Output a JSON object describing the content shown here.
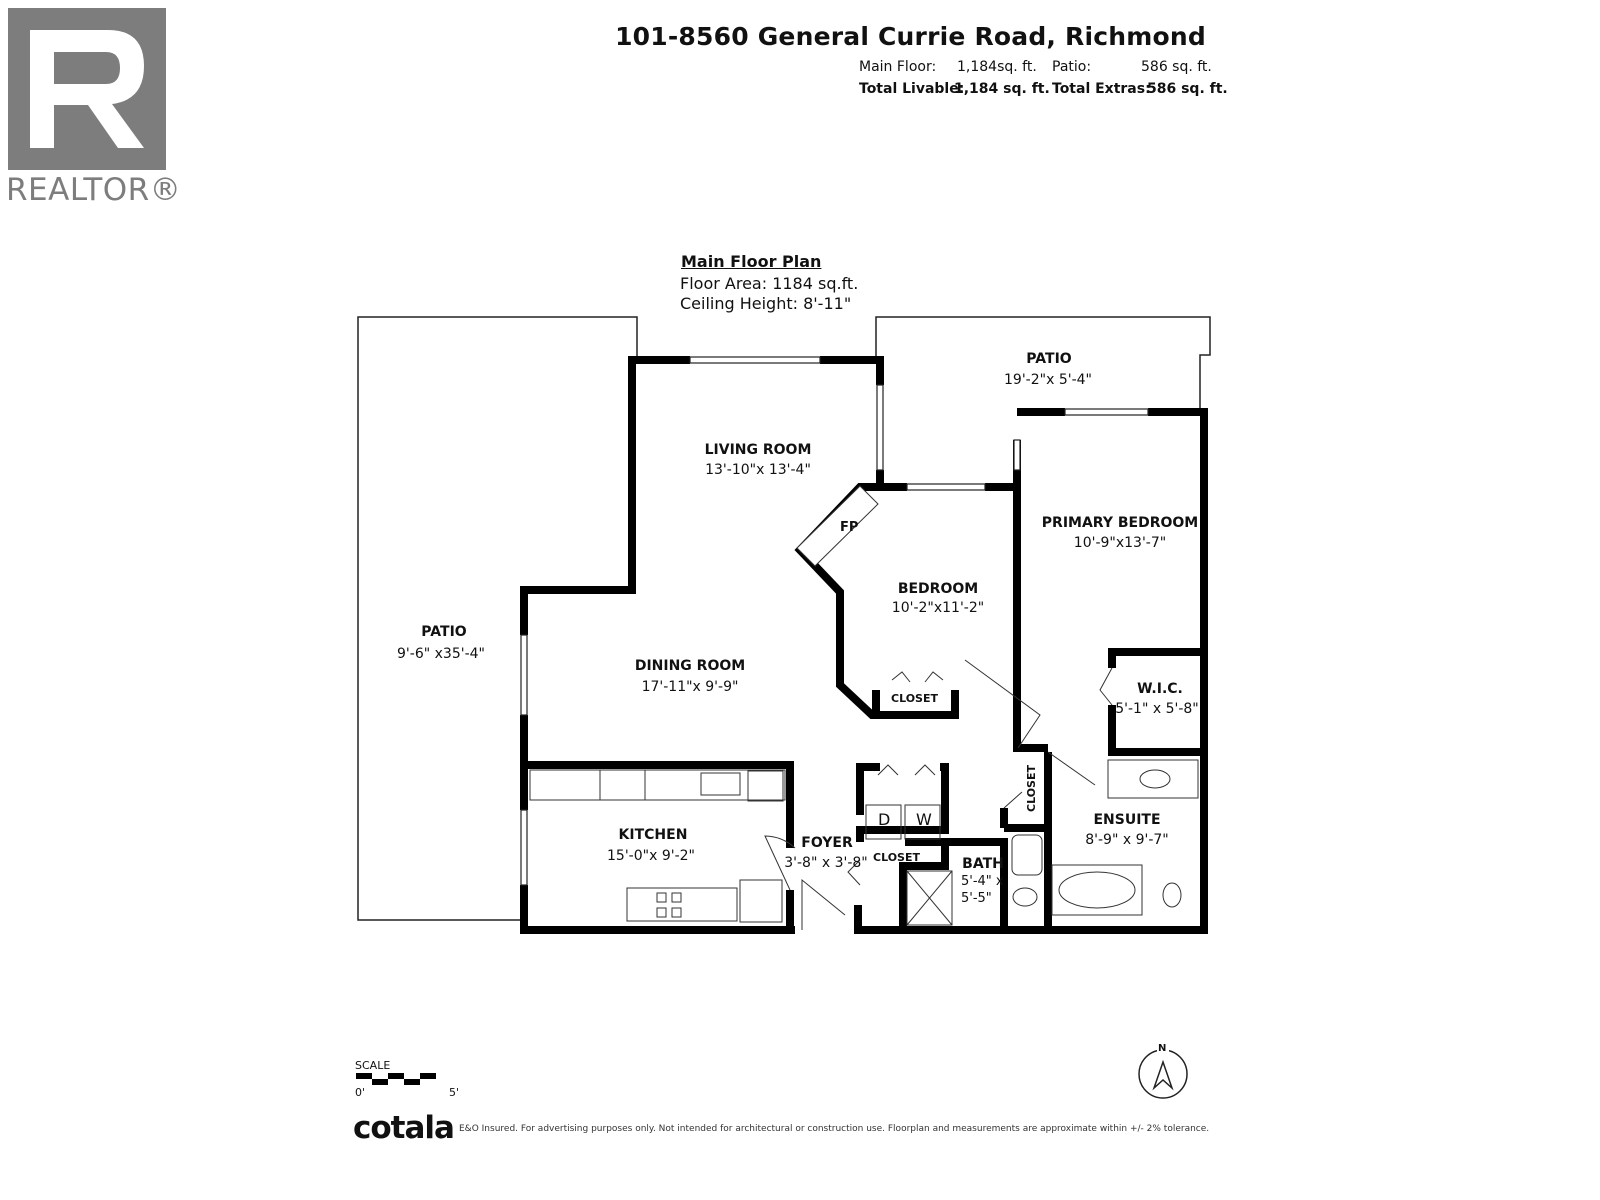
{
  "header": {
    "title": "101-8560 General Currie Road, Richmond",
    "main_floor_label": "Main Floor:",
    "main_floor_value": "1,184sq. ft.",
    "patio_label": "Patio:",
    "patio_value": "586 sq. ft.",
    "total_livable_label": "Total Livable:",
    "total_livable_value": "1,184 sq. ft.",
    "total_extras_label": "Total Extras:",
    "total_extras_value": "586 sq. ft."
  },
  "logo": {
    "text": "REALTOR®"
  },
  "plan": {
    "title": "Main Floor Plan",
    "floor_area": "Floor Area: 1184 sq.ft.",
    "ceiling_height": "Ceiling Height: 8'-11\""
  },
  "rooms": {
    "patio_top": {
      "name": "PATIO",
      "dims": "19'-2\"x 5'-4\""
    },
    "patio_left": {
      "name": "PATIO",
      "dims": "9'-6\" x35'-4\""
    },
    "living": {
      "name": "LIVING ROOM",
      "dims": "13'-10\"x 13'-4\""
    },
    "primary": {
      "name": "PRIMARY BEDROOM",
      "dims": "10'-9\"x13'-7\""
    },
    "bedroom": {
      "name": "BEDROOM",
      "dims": "10'-2\"x11'-2\""
    },
    "dining": {
      "name": "DINING ROOM",
      "dims": "17'-11\"x 9'-9\""
    },
    "wic": {
      "name": "W.I.C.",
      "dims": "5'-1\" x 5'-8\""
    },
    "ensuite": {
      "name": "ENSUITE",
      "dims": "8'-9\" x 9'-7\""
    },
    "kitchen": {
      "name": "KITCHEN",
      "dims": "15'-0\"x 9'-2\""
    },
    "foyer": {
      "name": "FOYER",
      "dims": "3'-8\" x 3'-8\""
    },
    "bath": {
      "name": "BATH",
      "dims_line1": "5'-4\" x",
      "dims_line2": "5'-5\""
    }
  },
  "labels": {
    "fireplace": "FP",
    "bedroom_closet": "CLOSET",
    "foyer_closet": "CLOSET",
    "hall_closet": "CLOSET",
    "dryer": "D",
    "washer": "W"
  },
  "scale": {
    "label": "SCALE",
    "start": "0'",
    "end": "5'"
  },
  "compass": {
    "north": "N"
  },
  "footer": {
    "brand": "cotala",
    "disclaimer": "E&O Insured. For advertising purposes only. Not intended for architectural or construction use. Floorplan and measurements are approximate within +/- 2% tolerance."
  }
}
